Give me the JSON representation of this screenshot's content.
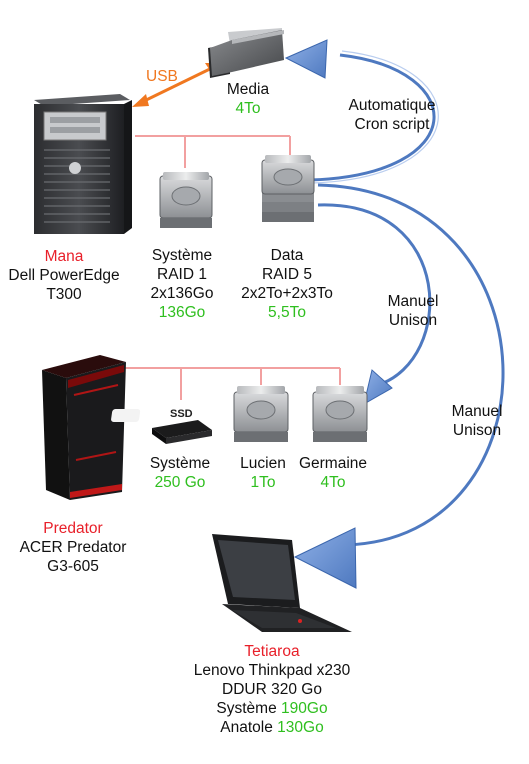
{
  "usb_label": "USB",
  "media": {
    "name": "Media",
    "size": "4To"
  },
  "sync_auto": {
    "line1": "Automatique",
    "line2": "Cron script"
  },
  "sync_manual_1": {
    "line1": "Manuel",
    "line2": "Unison"
  },
  "sync_manual_2": {
    "line1": "Manuel",
    "line2": "Unison"
  },
  "mana": {
    "name": "Mana",
    "model_line1": "Dell PowerEdge",
    "model_line2": "T300",
    "systeme": {
      "line1": "Système",
      "line2": "RAID 1",
      "line3": "2x136Go",
      "size": "136Go"
    },
    "data": {
      "line1": "Data",
      "line2": "RAID 5",
      "line3": "2x2To+2x3To",
      "size": "5,5To"
    }
  },
  "predator": {
    "name": "Predator",
    "model_line1": "ACER Predator",
    "model_line2": "G3-605",
    "ssd_badge": "SSD",
    "systeme": {
      "label": "Système",
      "size": "250 Go"
    },
    "lucien": {
      "label": "Lucien",
      "size": "1To"
    },
    "germaine": {
      "label": "Germaine",
      "size": "4To"
    }
  },
  "tetiaroa": {
    "name": "Tetiaroa",
    "model": "Lenovo Thinkpad x230",
    "disk": "DDUR 320 Go",
    "systeme_label": "Système",
    "systeme_size": "190Go",
    "anatole_label": "Anatole",
    "anatole_size": "130Go"
  },
  "colors": {
    "name_red": "#e8202a",
    "size_green": "#2fbf1f",
    "arrow_blue": "#5b86c9",
    "link_pink": "#f2a0a0",
    "usb_orange": "#f07820"
  }
}
